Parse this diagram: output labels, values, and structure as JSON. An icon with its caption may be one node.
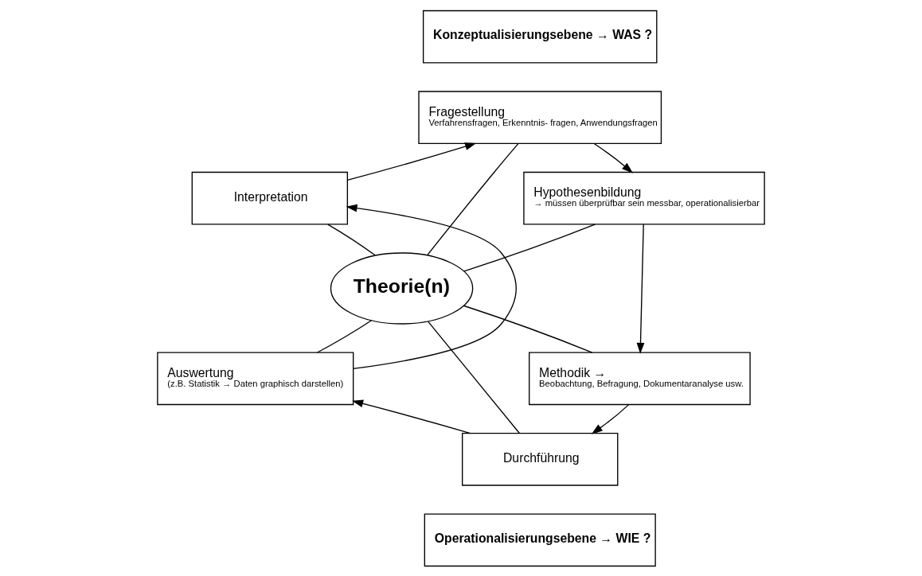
{
  "diagram": {
    "nodes": [
      {
        "text": [
          "Konzeptualisierungsebene → WAS ?"
        ]
      },
      {
        "text": [
          "Fragestellung",
          "Verfahrensfragen, Erkenntnis- fragen, Anwendungsfragen"
        ]
      },
      {
        "text": [
          "Interpretation"
        ]
      },
      {
        "text": [
          "Hypothesenbildung",
          "→ müssen überprüfbar sein messbar, operationalisierbar"
        ]
      },
      {
        "text": [
          "Theorie(n)"
        ]
      },
      {
        "text": [
          "Auswertung",
          "(z.B. Statistik → Daten graphisch darstellen)"
        ]
      },
      {
        "text": [
          "Methodik →",
          "Beobachtung, Befragung, Dokumentaranalyse usw."
        ]
      },
      {
        "text": [
          "Durchführung"
        ]
      },
      {
        "text": [
          "Operationalisierungsebene → WIE ?"
        ]
      }
    ],
    "edges": [
      {
        "from": 1,
        "to": 4,
        "arrow": "none"
      },
      {
        "from": 2,
        "to": 4,
        "arrow": "none"
      },
      {
        "from": 3,
        "to": 4,
        "arrow": "none"
      },
      {
        "from": 4,
        "to": 5,
        "arrow": "none"
      },
      {
        "from": 4,
        "to": 6,
        "arrow": "none"
      },
      {
        "from": 4,
        "to": 7,
        "arrow": "none"
      },
      {
        "from": 2,
        "to": 1,
        "arrow": "to"
      },
      {
        "from": 1,
        "to": 3,
        "arrow": "to"
      },
      {
        "from": 3,
        "to": 6,
        "arrow": "to"
      },
      {
        "from": 6,
        "to": 7,
        "arrow": "to"
      },
      {
        "from": 7,
        "to": 5,
        "arrow": "to"
      },
      {
        "from": 5,
        "to": 2,
        "arrow": "to"
      }
    ]
  }
}
